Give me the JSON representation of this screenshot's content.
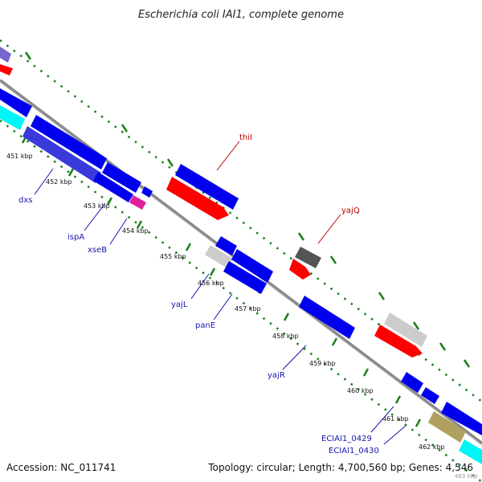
{
  "title": "Escherichia coli IAI1, complete genome",
  "footer": {
    "accession": "Accession: NC_011741",
    "summary": "Topology: circular; Length: 4,700,560 bp; Genes: 4,546",
    "corner": "463 kbp"
  },
  "colors": {
    "blue": "#0000ee",
    "red": "#ff0000",
    "gray": "#8a8a8a",
    "ruler_green": "#1a7f1a",
    "cyan": "#00f5f5",
    "magenta": "#e0209a",
    "lavender": "#7766cc",
    "olive": "#b0a060",
    "dark_gray": "#555555",
    "light_gray": "#cccccc"
  },
  "ticks": [
    "451 kbp",
    "452 kbp",
    "453 kbp",
    "454 kbp",
    "455 kbp",
    "456 kbp",
    "457 kbp",
    "458 kbp",
    "459 kbp",
    "460 kbp",
    "461 kbp",
    "462 kbp"
  ],
  "genes": {
    "dxs": "dxs",
    "ispA": "ispA",
    "xseB": "xseB",
    "thiI": "thiI",
    "yajQ": "yajQ",
    "yajL": "yajL",
    "panE": "panE",
    "yajR": "yajR",
    "eciai1_0429": "ECIAI1_0429",
    "eciai1_0430": "ECIAI1_0430"
  }
}
